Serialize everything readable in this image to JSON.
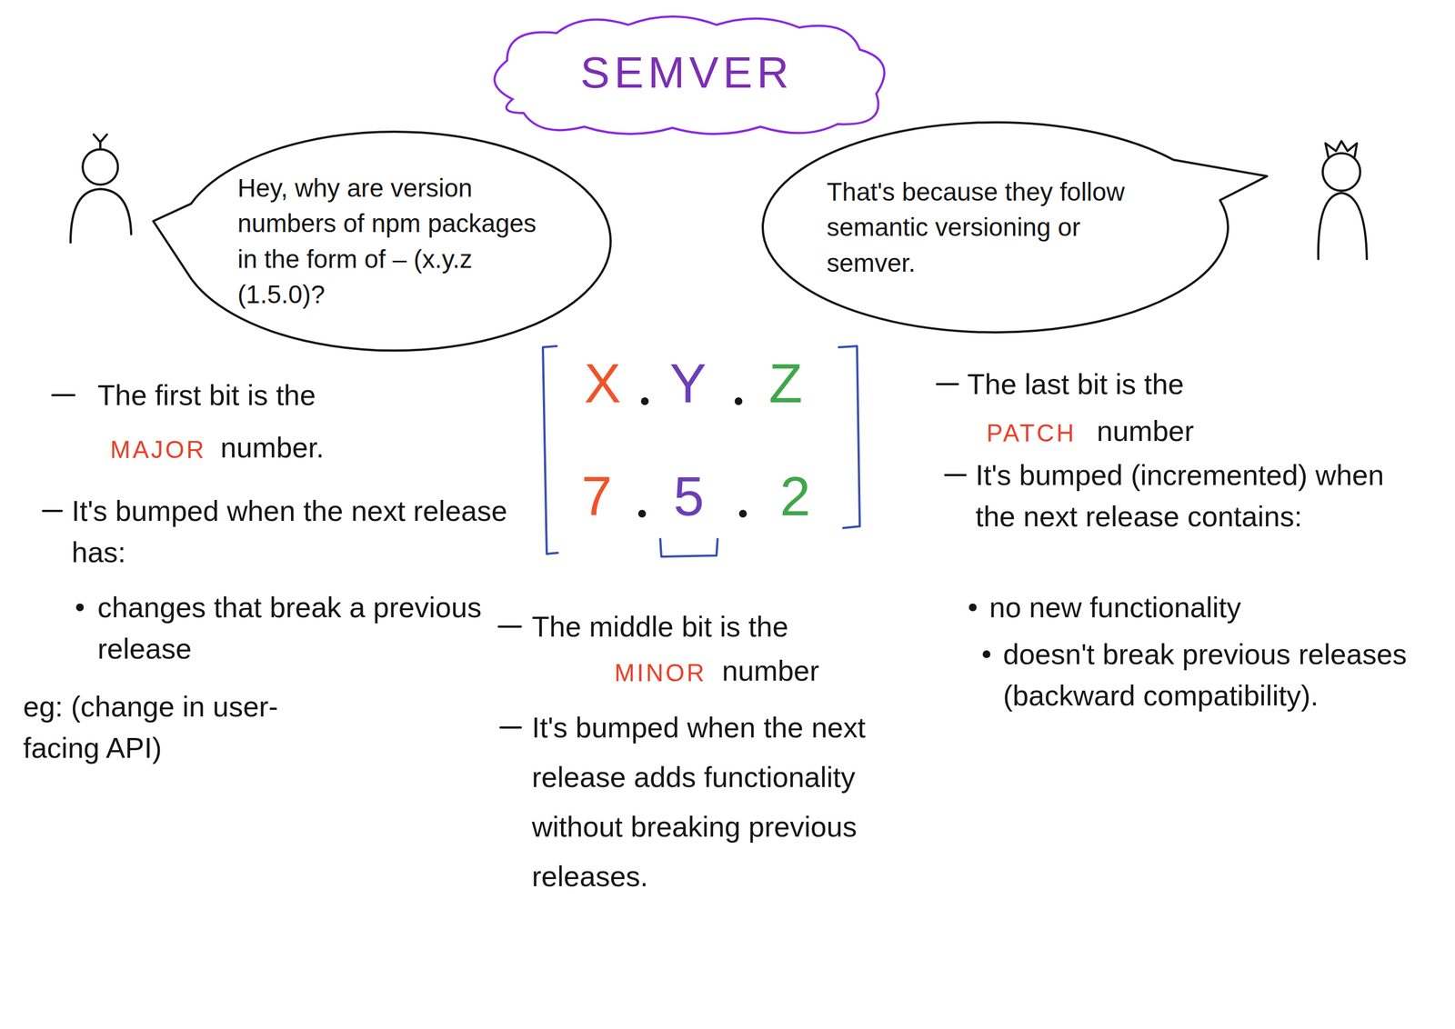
{
  "diagram": {
    "title": "SEMVER",
    "nodes": [
      {
        "text": [
          "Hey, why are version numbers of npm packages in the form of – (x.y.z (1.5.0)?"
        ]
      },
      {
        "text": [
          "That's because they follow semantic versioning or semver."
        ]
      }
    ],
    "labels": [
      "X",
      "Y",
      "Z",
      "7",
      "5",
      "2",
      "The first bit is the",
      "MAJOR",
      "number.",
      "It's bumped when the next release has:",
      "changes that break a previous release",
      "eg: (change in user-facing API)",
      "The middle bit is the",
      "MINOR",
      "number",
      "It's bumped when the next release adds functionality without breaking previous releases.",
      "The last bit is the",
      "PATCH",
      "number",
      "It's bumped (incremented) when the next release contains:",
      "no new functionality",
      "doesn't break previous releases (backward compatibility)."
    ]
  }
}
